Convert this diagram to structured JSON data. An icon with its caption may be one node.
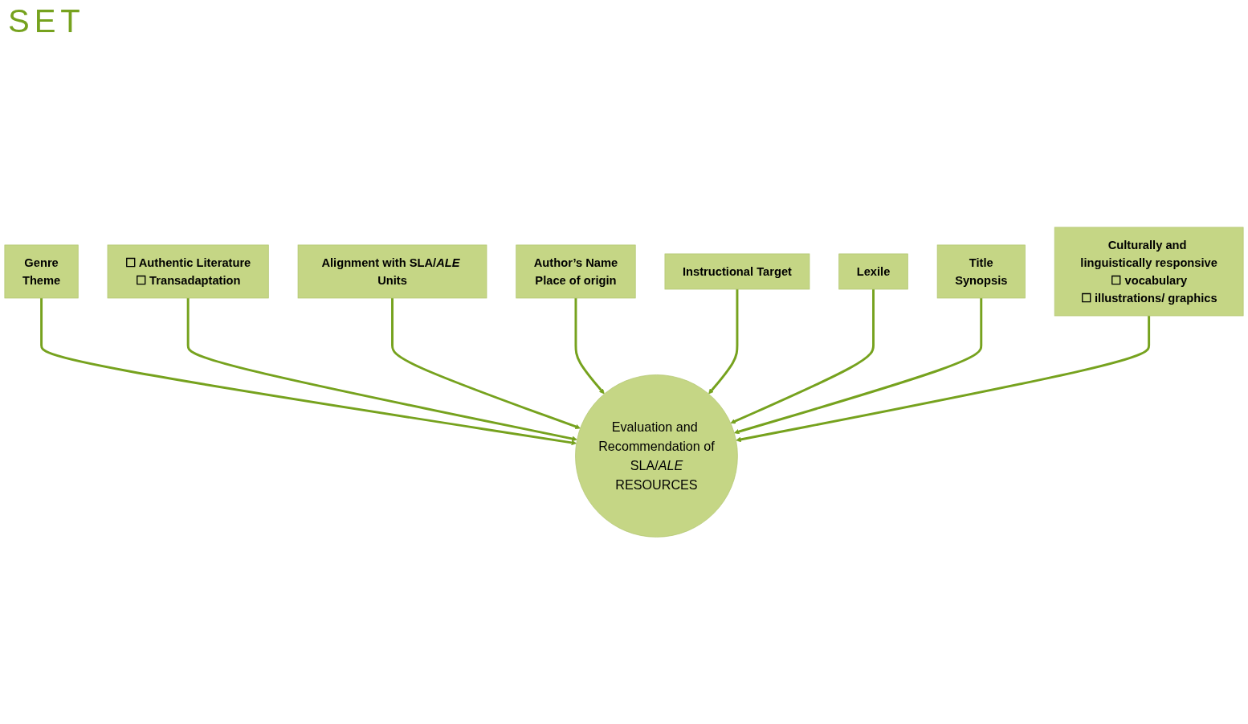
{
  "diagram": {
    "title": "SET",
    "nodes": [
      {
        "text": [
          "Genre",
          "Theme"
        ]
      },
      {
        "text": [
          "☐ Authentic Literature",
          "☐ Transadaptation"
        ]
      },
      {
        "text": [
          "Alignment with SLA/*ALE* Units"
        ]
      },
      {
        "text": [
          "Author’s Name",
          "Place of origin"
        ]
      },
      {
        "text": [
          "Instructional Target"
        ]
      },
      {
        "text": [
          "Lexile"
        ]
      },
      {
        "text": [
          "Title",
          "Synopsis"
        ]
      },
      {
        "text": [
          "Culturally and linguistically responsive",
          "☐ vocabulary",
          "☐ illustrations/ graphics"
        ]
      },
      {
        "text": [
          "Evaluation and Recommendation of",
          "SLA/*ALE*",
          "RESOURCES"
        ]
      }
    ],
    "edges": [
      {
        "from": 0,
        "to": 8,
        "arrow": "to"
      },
      {
        "from": 1,
        "to": 8,
        "arrow": "to"
      },
      {
        "from": 2,
        "to": 8,
        "arrow": "to"
      },
      {
        "from": 3,
        "to": 8,
        "arrow": "to"
      },
      {
        "from": 4,
        "to": 8,
        "arrow": "to"
      },
      {
        "from": 5,
        "to": 8,
        "arrow": "to"
      },
      {
        "from": 6,
        "to": 8,
        "arrow": "to"
      },
      {
        "from": 7,
        "to": 8,
        "arrow": "to"
      }
    ]
  }
}
